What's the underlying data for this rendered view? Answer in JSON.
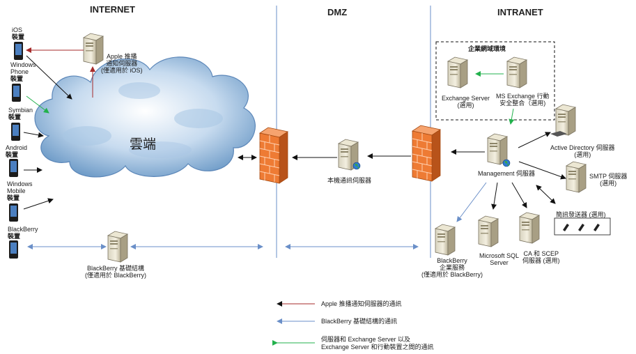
{
  "zones": {
    "internet": "INTERNET",
    "dmz": "DMZ",
    "intranet": "INTRANET"
  },
  "devices": {
    "ios": [
      "iOS",
      "裝置"
    ],
    "windows_phone": [
      "Windows",
      "Phone",
      "裝置"
    ],
    "symbian": [
      "Symbian",
      "裝置"
    ],
    "android": [
      "Android",
      "裝置"
    ],
    "windows_mobile": [
      "Windows",
      "Mobile",
      "裝置"
    ],
    "blackberry": [
      "BlackBerry",
      "裝置"
    ]
  },
  "cloud_label": "雲端",
  "servers": {
    "apple": [
      "Apple 推播",
      "通知伺服器",
      "(僅適用於 iOS)"
    ],
    "blackberry_infra": [
      "BlackBerry 基礎結構",
      "(僅適用於 BlackBerry)"
    ],
    "local_relay": "本機通訊伺服器",
    "enterprise_env": "企業網域環境",
    "exchange": [
      "Exchange Server",
      "(選用)"
    ],
    "ms_exchange_mobile": [
      "MS Exchange 行動",
      "安全整合（選用)"
    ],
    "active_directory": [
      "Active Directory 伺服器",
      "(選用)"
    ],
    "management": "Management 伺服器",
    "smtp": [
      "SMTP 伺服器",
      "(選用)"
    ],
    "sms_sender": "簡訊發送器 (選用)",
    "blackberry_enterprise": [
      "BlackBerry",
      "企業服務",
      "(僅適用於 BlackBerry)"
    ],
    "sql": [
      "Microsoft SQL",
      "Server"
    ],
    "ca_scep": [
      "CA 和 SCEP",
      "伺服器 (選用)"
    ]
  },
  "legend": {
    "apple": "Apple 推播通知伺服器的通訊",
    "blackberry": "BlackBerry 基礎結構的通訊",
    "exchange": [
      "伺服器和 Exchange Server 以及",
      "Exchange Server 和行動裝置之間的通訊"
    ]
  },
  "colors": {
    "apple_link": "#a52a2a",
    "blackberry_link": "#6a8fc8",
    "exchange_link": "#22b14c",
    "zone_line": "#6a8fc8",
    "firewall": "#e8702a",
    "cloud": "#8fb5dc"
  }
}
